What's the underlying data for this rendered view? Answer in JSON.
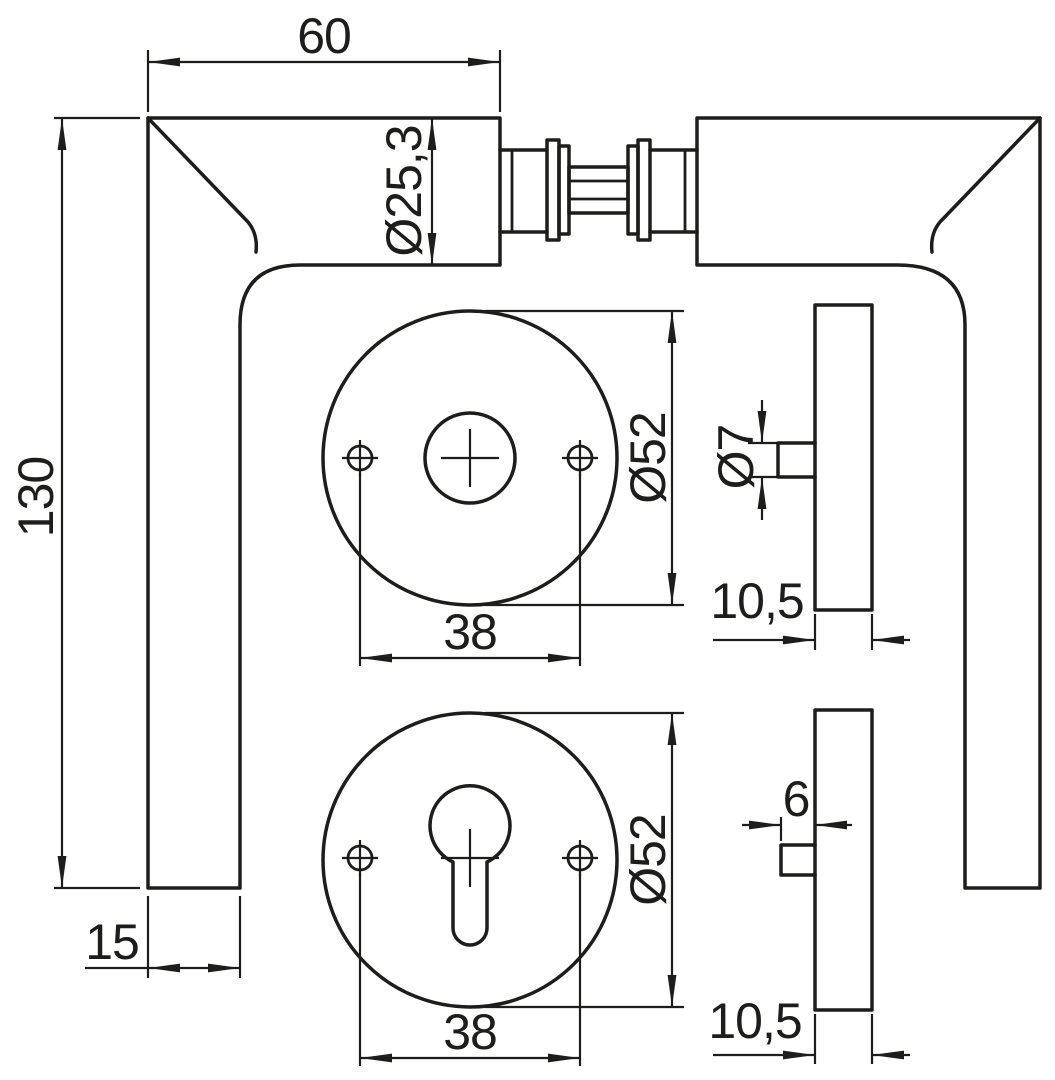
{
  "drawing": {
    "type": "technical-dimension-drawing",
    "subject": "door-handle-pair-with-round-roses",
    "colors": {
      "line": "#1d1d1b",
      "background": "#ffffff"
    },
    "labels": {
      "projection_width": "60",
      "grip_diameter": "Ø25,3",
      "handle_drop": "130",
      "grip_end_width": "15",
      "top_rose_diameter": "Ø52",
      "top_screw_spacing": "38",
      "bottom_rose_diameter": "Ø52",
      "bottom_screw_spacing": "38",
      "spigot_diameter": "Ø7",
      "top_rose_thickness": "10,5",
      "spigot_width": "6",
      "bottom_rose_thickness": "10,5"
    }
  }
}
